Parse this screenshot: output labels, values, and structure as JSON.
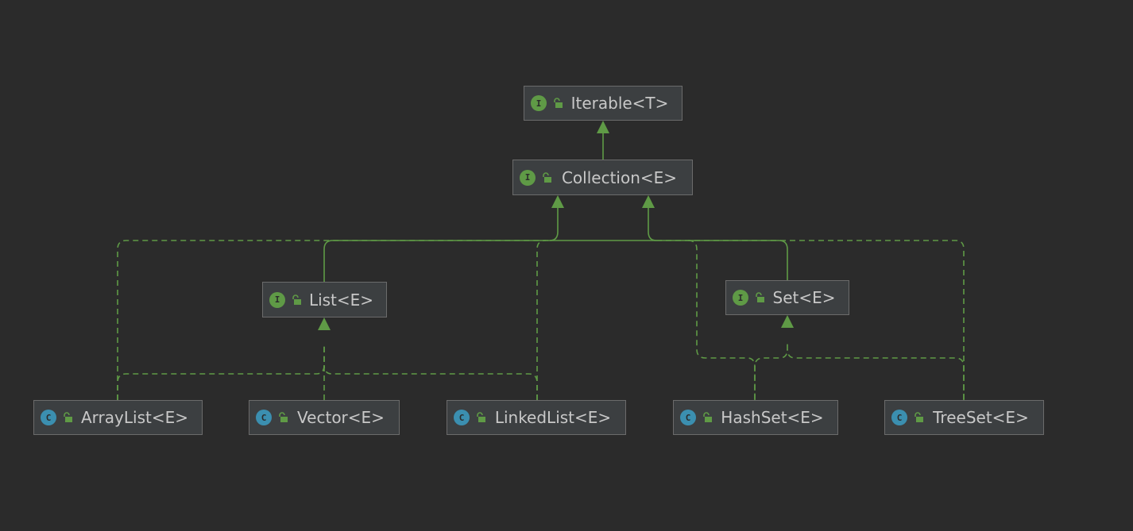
{
  "colors": {
    "background": "#2b2b2b",
    "node_fill": "#3c3f41",
    "node_border": "#6b6b6b",
    "edge": "#5f9a46",
    "interface_badge": "#5f9a46",
    "class_badge": "#3b8fb0",
    "text": "#c8c8c8"
  },
  "nodes": {
    "iterable": {
      "label": "Iterable<T>",
      "kind": "interface",
      "badge": "I",
      "icon": "interface-icon"
    },
    "collection": {
      "label": "Collection<E>",
      "kind": "interface",
      "badge": "I",
      "icon": "interface-icon"
    },
    "list": {
      "label": "List<E>",
      "kind": "interface",
      "badge": "I",
      "icon": "interface-icon"
    },
    "set": {
      "label": "Set<E>",
      "kind": "interface",
      "badge": "I",
      "icon": "interface-icon"
    },
    "arraylist": {
      "label": "ArrayList<E>",
      "kind": "class",
      "badge": "C",
      "icon": "class-icon"
    },
    "vector": {
      "label": "Vector<E>",
      "kind": "class",
      "badge": "C",
      "icon": "class-icon"
    },
    "linkedlist": {
      "label": "LinkedList<E>",
      "kind": "class",
      "badge": "C",
      "icon": "class-icon"
    },
    "hashset": {
      "label": "HashSet<E>",
      "kind": "class",
      "badge": "C",
      "icon": "class-icon"
    },
    "treeset": {
      "label": "TreeSet<E>",
      "kind": "class",
      "badge": "C",
      "icon": "class-icon"
    }
  },
  "relations": [
    {
      "from": "collection",
      "to": "iterable",
      "type": "extends"
    },
    {
      "from": "list",
      "to": "collection",
      "type": "extends"
    },
    {
      "from": "set",
      "to": "collection",
      "type": "extends"
    },
    {
      "from": "arraylist",
      "to": "list",
      "type": "implements"
    },
    {
      "from": "vector",
      "to": "list",
      "type": "implements"
    },
    {
      "from": "linkedlist",
      "to": "list",
      "type": "implements"
    },
    {
      "from": "arraylist",
      "to": "collection",
      "type": "implements"
    },
    {
      "from": "linkedlist",
      "to": "collection",
      "type": "implements"
    },
    {
      "from": "hashset",
      "to": "set",
      "type": "implements"
    },
    {
      "from": "treeset",
      "to": "set",
      "type": "implements"
    },
    {
      "from": "hashset",
      "to": "collection",
      "type": "implements"
    },
    {
      "from": "treeset",
      "to": "collection",
      "type": "implements"
    }
  ]
}
